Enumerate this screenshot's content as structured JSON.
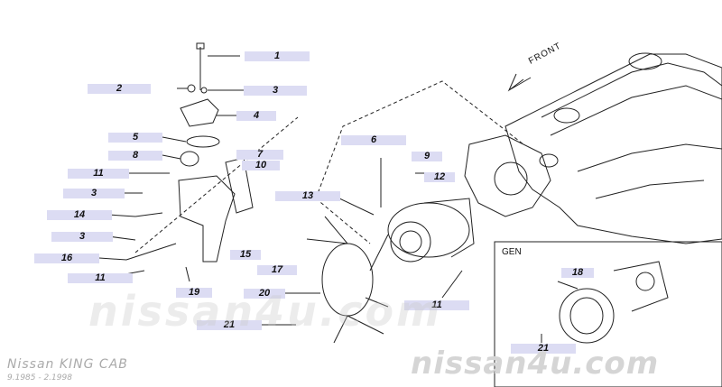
{
  "callouts": [
    "1",
    "2",
    "3",
    "4",
    "5",
    "8",
    "7",
    "10",
    "6",
    "9",
    "12",
    "11",
    "3",
    "13",
    "14",
    "3",
    "16",
    "11",
    "15",
    "17",
    "19",
    "20",
    "21",
    "11",
    "18",
    "21"
  ],
  "inset": {
    "label": "GEN"
  },
  "front_label": "FRONT",
  "watermark": "nissan4u.com",
  "footer": {
    "model": "Nissan KING CAB",
    "date_range": "9.1985 - 2.1998"
  }
}
